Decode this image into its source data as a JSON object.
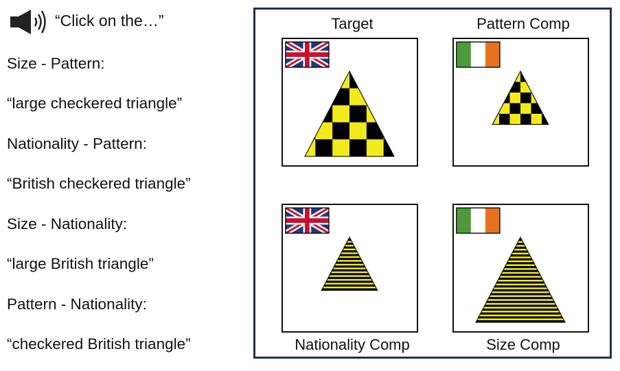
{
  "prompt": "“Click on the…”",
  "conditions": [
    {
      "heading": "Size - Pattern:",
      "phrase": "“large checkered triangle”"
    },
    {
      "heading": "Nationality - Pattern:",
      "phrase": "“British checkered triangle”"
    },
    {
      "heading": "Size - Nationality:",
      "phrase": "“large British triangle”"
    },
    {
      "heading": "Pattern - Nationality:",
      "phrase": "“checkered British triangle”"
    }
  ],
  "cards": [
    {
      "label": "Target",
      "flag": "uk",
      "size": "large",
      "pattern": "checkered"
    },
    {
      "label": "Pattern Comp",
      "flag": "ireland",
      "size": "small",
      "pattern": "checkered"
    },
    {
      "label": "Nationality Comp",
      "flag": "uk",
      "size": "small",
      "pattern": "striped"
    },
    {
      "label": "Size Comp",
      "flag": "ireland",
      "size": "large",
      "pattern": "striped"
    }
  ],
  "colors": {
    "panel_border": "#1f3150",
    "triangle_yellow": "#f2ea1d",
    "triangle_black": "#000000",
    "ireland_green": "#4f9a3a",
    "ireland_orange": "#e8731e",
    "uk_blue": "#1f3a7a",
    "uk_red": "#c8102e"
  },
  "icons": {
    "audio": "speaker-icon"
  }
}
